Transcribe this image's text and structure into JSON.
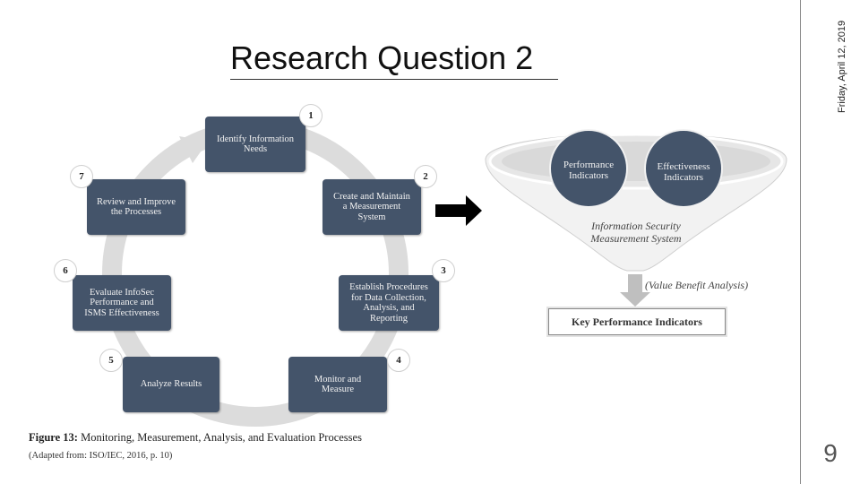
{
  "slide": {
    "title": "Research Question 2",
    "date": "Friday, April 12, 2019",
    "slide_number": "9"
  },
  "cycle": {
    "steps": [
      {
        "number": "1",
        "label": "Identify Information\nNeeds"
      },
      {
        "number": "2",
        "label": "Create and Maintain\na Measurement\nSystem"
      },
      {
        "number": "3",
        "label": "Establish Procedures\nfor Data Collection,\nAnalysis, and\nReporting"
      },
      {
        "number": "4",
        "label": "Monitor and\nMeasure"
      },
      {
        "number": "5",
        "label": "Analyze Results"
      },
      {
        "number": "6",
        "label": "Evaluate InfoSec\nPerformance and\nISMS Effectiveness"
      },
      {
        "number": "7",
        "label": "Review and Improve\nthe Processes"
      }
    ],
    "box_color": "#44546a",
    "ring_color": "#d9d9d9"
  },
  "figure": {
    "caption_bold": "Figure 13:",
    "caption_text": " Monitoring, Measurement, Analysis, and Evaluation Processes",
    "source": "(Adapted from: ISO/IEC, 2016, p. 10)"
  },
  "funnel": {
    "left_circle": "Performance\nIndicators",
    "right_circle": "Effectiveness\nIndicators",
    "system_label": "Information Security\nMeasurement System",
    "analysis_label": "(Value Benefit Analysis)",
    "output_label": "Key Performance Indicators"
  }
}
